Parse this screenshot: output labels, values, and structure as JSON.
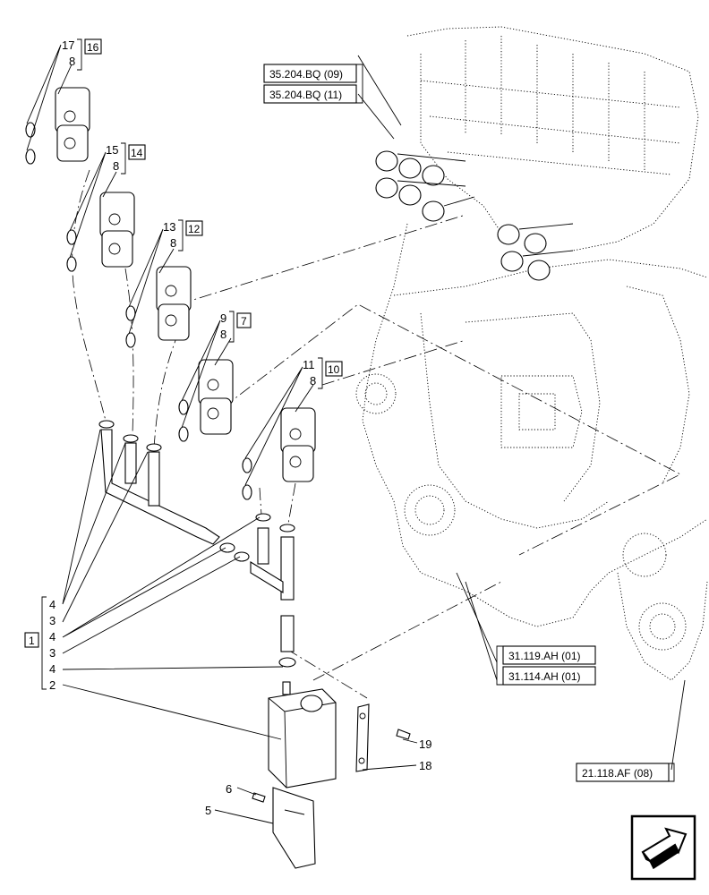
{
  "references": [
    "35.204.BQ (09)",
    "35.204.BQ (11)",
    "31.119.AH (01)",
    "31.114.AH (01)",
    "21.118.AF (08)"
  ],
  "valve_groups": [
    {
      "ring": "17",
      "seal": "8",
      "box": "16"
    },
    {
      "ring": "15",
      "seal": "8",
      "box": "14"
    },
    {
      "ring": "13",
      "seal": "8",
      "box": "12"
    },
    {
      "ring": "9",
      "seal": "8",
      "box": "7"
    },
    {
      "ring": "11",
      "seal": "8",
      "box": "10"
    }
  ],
  "assembly": {
    "box": "1",
    "items": [
      "4",
      "3",
      "4",
      "3",
      "4",
      "2"
    ]
  },
  "parts": {
    "p19": "19",
    "p18": "18",
    "p6": "6",
    "p5": "5"
  },
  "nav_icon": "next-page-arrow-icon"
}
